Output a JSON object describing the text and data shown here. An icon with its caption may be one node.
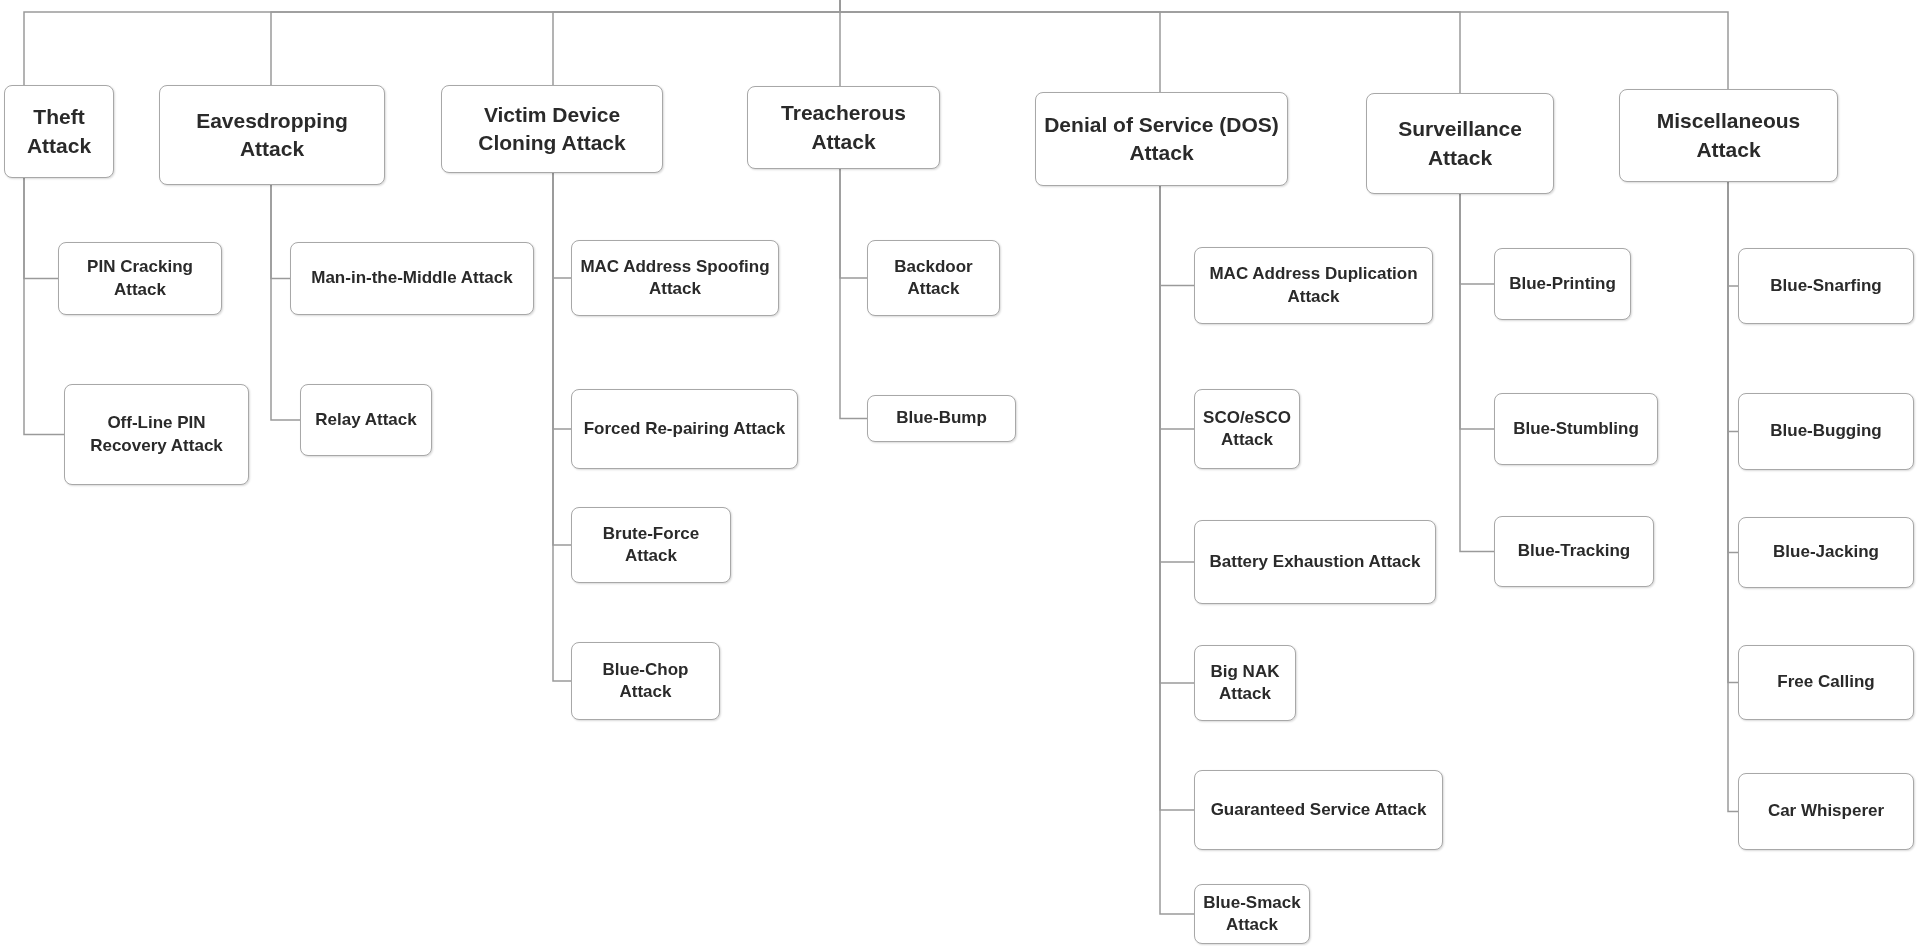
{
  "diagram": {
    "nodes": [
      {
        "text": [
          "Theft Attack"
        ]
      },
      {
        "text": [
          "PIN Cracking Attack"
        ]
      },
      {
        "text": [
          "Off-Line PIN Recovery Attack"
        ]
      },
      {
        "text": [
          "Eavesdropping Attack"
        ]
      },
      {
        "text": [
          "Man-in-the-Middle Attack"
        ]
      },
      {
        "text": [
          "Relay Attack"
        ]
      },
      {
        "text": [
          "Victim Device Cloning Attack"
        ]
      },
      {
        "text": [
          "MAC Address Spoofing Attack"
        ]
      },
      {
        "text": [
          "Forced Re-pairing Attack"
        ]
      },
      {
        "text": [
          "Brute-Force Attack"
        ]
      },
      {
        "text": [
          "Blue-Chop Attack"
        ]
      },
      {
        "text": [
          "Treacherous Attack"
        ]
      },
      {
        "text": [
          "Backdoor Attack"
        ]
      },
      {
        "text": [
          "Blue-Bump"
        ]
      },
      {
        "text": [
          "Denial of Service (DOS) Attack"
        ]
      },
      {
        "text": [
          "MAC Address Duplication Attack"
        ]
      },
      {
        "text": [
          "SCO/eSCO Attack"
        ]
      },
      {
        "text": [
          "Battery Exhaustion Attack"
        ]
      },
      {
        "text": [
          "Big NAK Attack"
        ]
      },
      {
        "text": [
          "Guaranteed Service Attack"
        ]
      },
      {
        "text": [
          "Blue-Smack Attack"
        ]
      },
      {
        "text": [
          "Surveillance Attack"
        ]
      },
      {
        "text": [
          "Blue-Printing"
        ]
      },
      {
        "text": [
          "Blue-Stumbling"
        ]
      },
      {
        "text": [
          "Blue-Tracking"
        ]
      },
      {
        "text": [
          "Miscellaneous Attack"
        ]
      },
      {
        "text": [
          "Blue-Snarfing"
        ]
      },
      {
        "text": [
          "Blue-Bugging"
        ]
      },
      {
        "text": [
          "Blue-Jacking"
        ]
      },
      {
        "text": [
          "Free Calling"
        ]
      },
      {
        "text": [
          "Car Whisperer"
        ]
      }
    ],
    "edges": [
      {
        "from": null,
        "to": 0,
        "arrow": "none"
      },
      {
        "from": null,
        "to": 3,
        "arrow": "none"
      },
      {
        "from": null,
        "to": 6,
        "arrow": "none"
      },
      {
        "from": null,
        "to": 11,
        "arrow": "none"
      },
      {
        "from": null,
        "to": 14,
        "arrow": "none"
      },
      {
        "from": null,
        "to": 21,
        "arrow": "none"
      },
      {
        "from": null,
        "to": 25,
        "arrow": "none"
      },
      {
        "from": 0,
        "to": 1,
        "arrow": "none"
      },
      {
        "from": 0,
        "to": 2,
        "arrow": "none"
      },
      {
        "from": 3,
        "to": 4,
        "arrow": "none"
      },
      {
        "from": 3,
        "to": 5,
        "arrow": "none"
      },
      {
        "from": 6,
        "to": 7,
        "arrow": "none"
      },
      {
        "from": 6,
        "to": 8,
        "arrow": "none"
      },
      {
        "from": 6,
        "to": 9,
        "arrow": "none"
      },
      {
        "from": 6,
        "to": 10,
        "arrow": "none"
      },
      {
        "from": 11,
        "to": 12,
        "arrow": "none"
      },
      {
        "from": 11,
        "to": 13,
        "arrow": "none"
      },
      {
        "from": 14,
        "to": 15,
        "arrow": "none"
      },
      {
        "from": 14,
        "to": 16,
        "arrow": "none"
      },
      {
        "from": 14,
        "to": 17,
        "arrow": "none"
      },
      {
        "from": 14,
        "to": 18,
        "arrow": "none"
      },
      {
        "from": 14,
        "to": 19,
        "arrow": "none"
      },
      {
        "from": 14,
        "to": 20,
        "arrow": "none"
      },
      {
        "from": 21,
        "to": 22,
        "arrow": "none"
      },
      {
        "from": 21,
        "to": 23,
        "arrow": "none"
      },
      {
        "from": 21,
        "to": 24,
        "arrow": "none"
      },
      {
        "from": 25,
        "to": 26,
        "arrow": "none"
      },
      {
        "from": 25,
        "to": 27,
        "arrow": "none"
      },
      {
        "from": 25,
        "to": 28,
        "arrow": "none"
      },
      {
        "from": 25,
        "to": 29,
        "arrow": "none"
      },
      {
        "from": 25,
        "to": 30,
        "arrow": "none"
      }
    ]
  }
}
